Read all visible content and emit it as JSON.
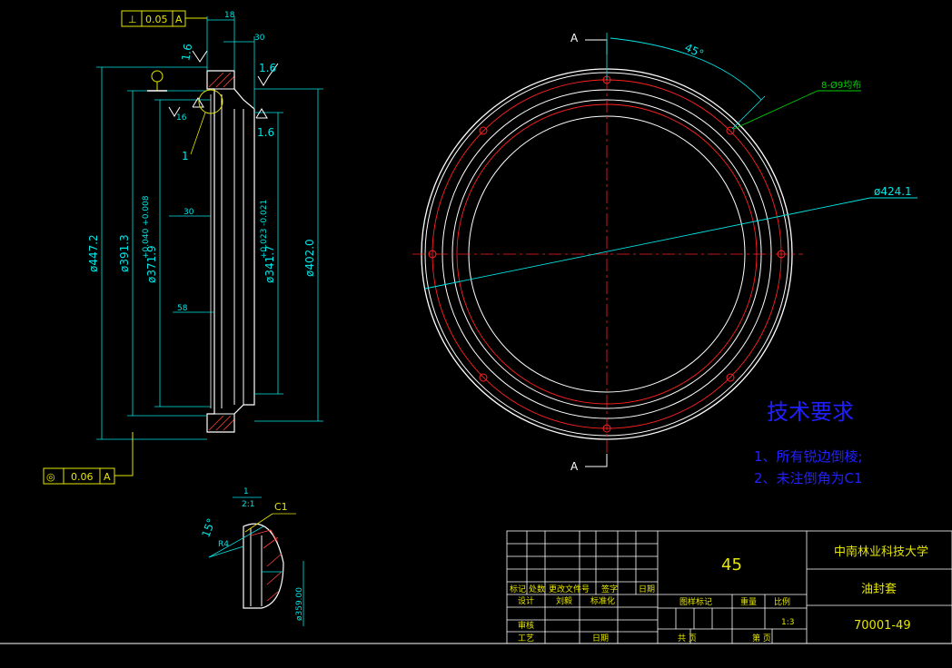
{
  "side_view": {
    "dims": {
      "d447": "ø447.2",
      "d391": "ø391.3",
      "d371": "ø371.9",
      "d371_tol": "+0.040 +0.008",
      "d341": "ø341.7",
      "d341_tol": "+0.023 -0.021",
      "d402": "ø402.0",
      "w18": "18",
      "w30": "30",
      "w16": "16",
      "w58": "58",
      "w30b": "30"
    },
    "roughness": [
      "1.6",
      "1.6",
      "1.6"
    ],
    "callout_1": "1",
    "frame_top": [
      "⊥",
      "0.05",
      "A"
    ],
    "frame_bottom": [
      "◎",
      "0.06",
      "A"
    ]
  },
  "detail": {
    "scale_top": "1",
    "scale_bottom": "2:1",
    "angle": "15°",
    "r_label": "R4",
    "c_label": "C1",
    "d_label": "ø359.00"
  },
  "front_view": {
    "section_label_top": "A",
    "section_label_bottom": "A",
    "angle": "45°",
    "holes_note": "8-Ø9均布",
    "dia": "ø424.1"
  },
  "tech": {
    "title": "技术要求",
    "line1": "1、所有锐边倒棱;",
    "line2": "2、未注倒角为C1"
  },
  "title_block": {
    "material": "45",
    "org": "中南林业科技大学",
    "part_name": "油封套",
    "drawing_no": "70001-49",
    "scale_value": "1:3",
    "hdr": [
      "标记",
      "处数",
      "更改文件号",
      "签字",
      "日期"
    ],
    "design": "设计",
    "designer": "刘毅",
    "std": "标准化",
    "review": "审核",
    "process": "工艺",
    "date": "日期",
    "stage_mark": "图样标记",
    "weight": "重量",
    "scale": "比例",
    "sheet_total": "共  页",
    "sheet_no": "第  页"
  }
}
